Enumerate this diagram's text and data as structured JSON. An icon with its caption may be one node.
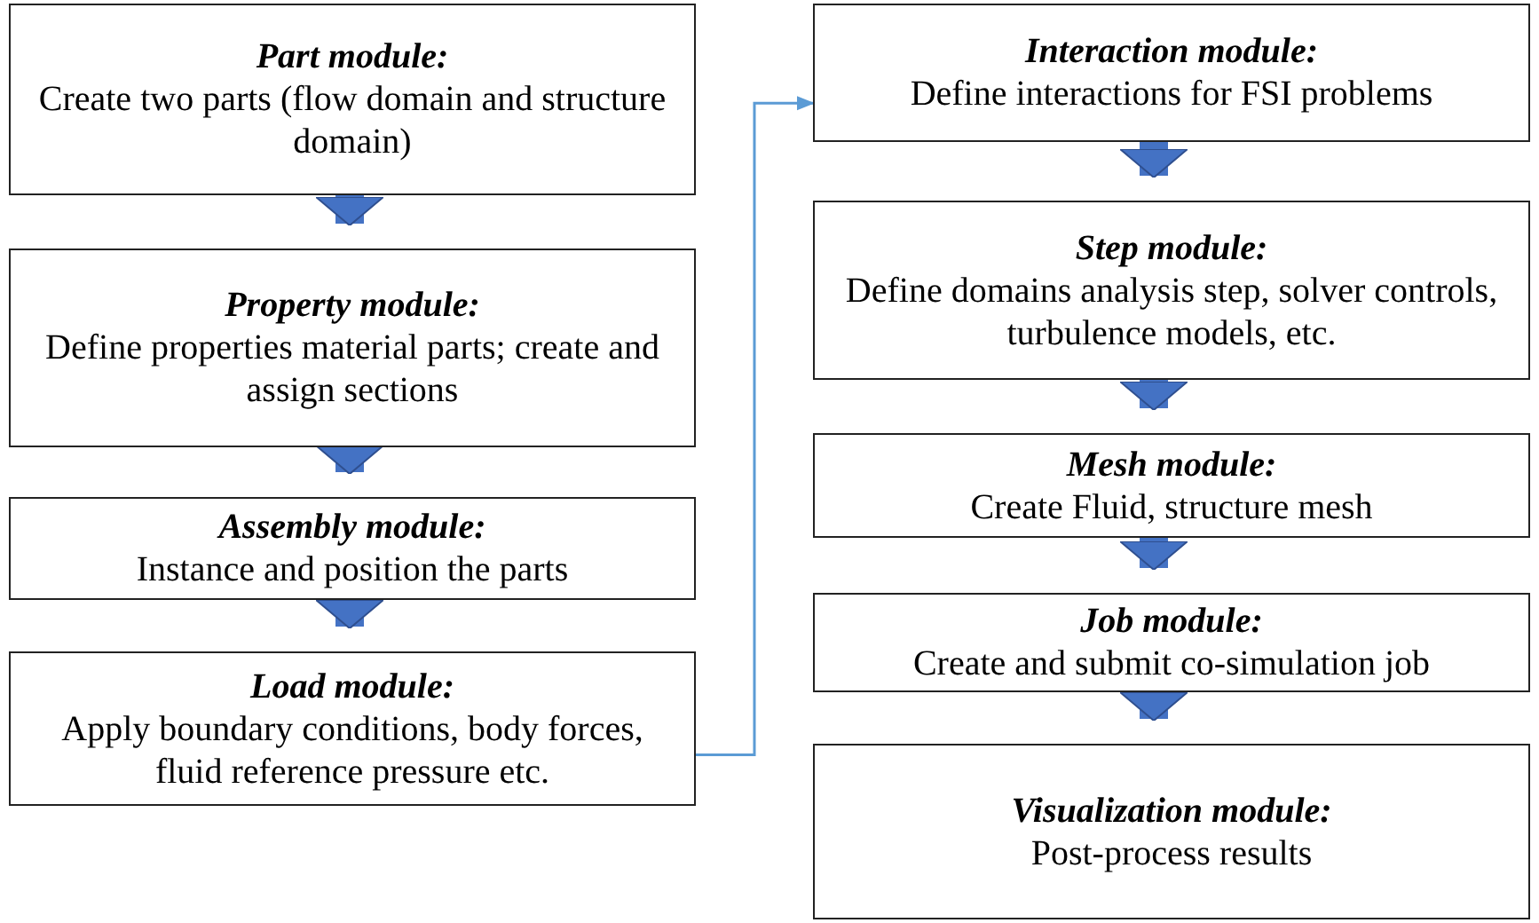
{
  "diagram": {
    "nodes": [
      {
        "text": [
          "Part module:",
          "Create two parts (flow domain and structure domain)"
        ]
      },
      {
        "text": [
          "Property module:",
          "Define properties material parts; create and assign sections"
        ]
      },
      {
        "text": [
          "Assembly module:",
          "Instance and position the parts"
        ]
      },
      {
        "text": [
          "Load module:",
          "Apply boundary conditions, body forces, fluid reference pressure etc."
        ]
      },
      {
        "text": [
          "Interaction module:",
          "Define interactions for FSI problems"
        ]
      },
      {
        "text": [
          "Step module:",
          "Define domains analysis step, solver controls, turbulence models, etc."
        ]
      },
      {
        "text": [
          "Mesh module:",
          "Create Fluid, structure mesh"
        ]
      },
      {
        "text": [
          "Job module:",
          "Create and submit co-simulation job"
        ]
      },
      {
        "text": [
          "Visualization module:",
          "Post-process results"
        ]
      }
    ],
    "edges": [
      {
        "from": 0,
        "to": 1,
        "arrow": "to"
      },
      {
        "from": 1,
        "to": 2,
        "arrow": "to"
      },
      {
        "from": 2,
        "to": 3,
        "arrow": "to"
      },
      {
        "from": 3,
        "to": 4,
        "arrow": "to",
        "color": "#5b9bd5"
      },
      {
        "from": 4,
        "to": 5,
        "arrow": "to"
      },
      {
        "from": 5,
        "to": 6,
        "arrow": "to"
      },
      {
        "from": 6,
        "to": 7,
        "arrow": "to"
      },
      {
        "from": 7,
        "to": 8,
        "arrow": "to"
      }
    ]
  }
}
